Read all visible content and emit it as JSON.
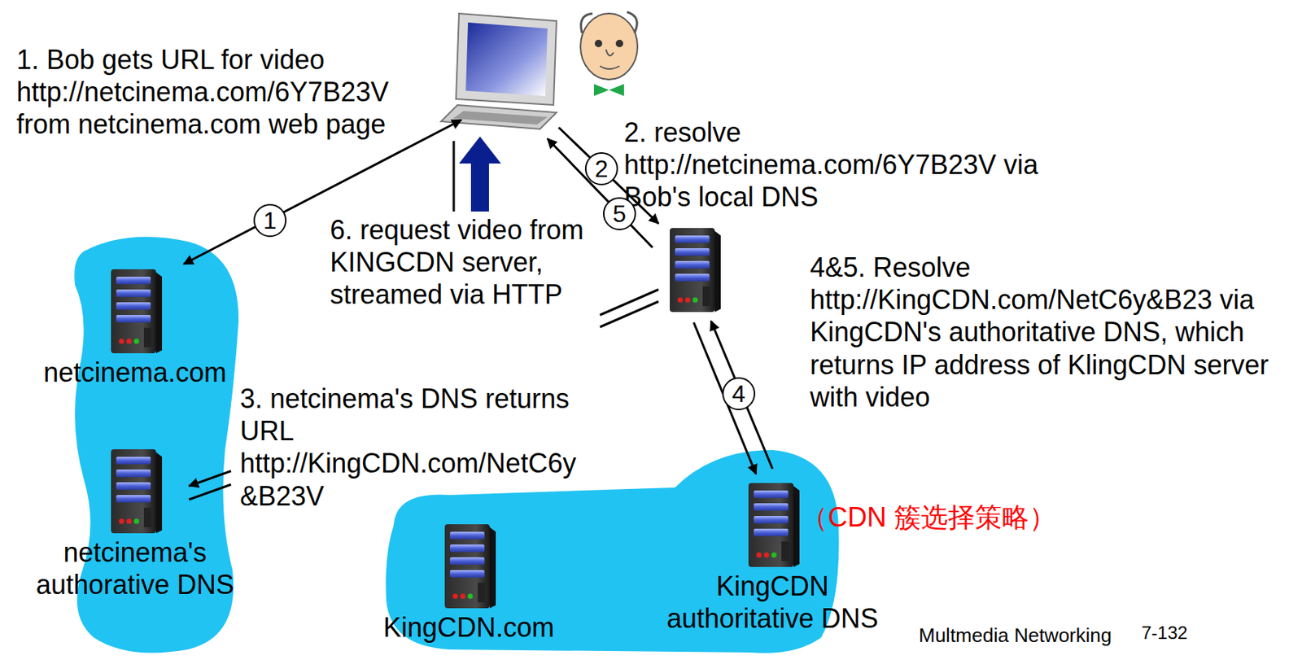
{
  "diagram": {
    "nodes": [
      {
        "text": [
          "netcinema.com"
        ]
      },
      {
        "text": [
          "netcinema's authorative DNS"
        ]
      },
      {
        "text": [
          "KingCDN.com"
        ]
      },
      {
        "text": [
          "KingCDN authoritative DNS"
        ]
      }
    ],
    "labels": [
      "1. Bob gets URL for video http://netcinema.com/6Y7B23V from netcinema.com web page",
      "2. resolve http://netcinema.com/6Y7B23V via Bob's local DNS",
      "3. netcinema's DNS returns URL http://KingCDN.com/NetC6y&B23V",
      "4&5. Resolve http://KingCDN.com/NetC6y&B23 via KingCDN's authoritative DNS, which returns IP address of KlingCDN server with video",
      "（CDN 簇选择策略）",
      "6. request video from KINGCDN server, streamed via HTTP",
      "1",
      "2",
      "5",
      "4",
      "Multmedia Networking",
      "7-132"
    ]
  }
}
